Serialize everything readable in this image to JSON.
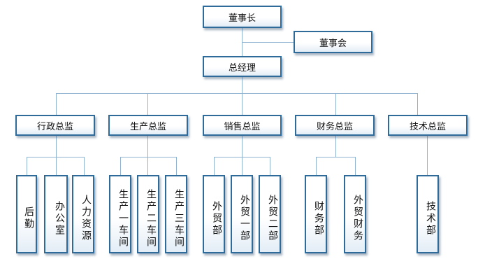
{
  "org": {
    "chairman": "董事长",
    "board": "董事会",
    "gm": "总经理",
    "directors": {
      "admin": "行政总监",
      "production": "生产总监",
      "sales": "销售总监",
      "finance": "财务总监",
      "tech": "技术总监"
    },
    "depts": {
      "logistics": "后勤",
      "office": "办公室",
      "hr": "人力资源",
      "workshop1": "生产一车间",
      "workshop2": "生产二车间",
      "workshop3": "生产三车间",
      "trade": "外贸部",
      "trade1": "外贸一部",
      "trade2": "外贸二部",
      "finance_dept": "财务部",
      "trade_finance": "外贸财务",
      "tech_dept": "技术部"
    }
  },
  "colors": {
    "border": "#2f6b9a",
    "connector": "#8fb2d0"
  }
}
